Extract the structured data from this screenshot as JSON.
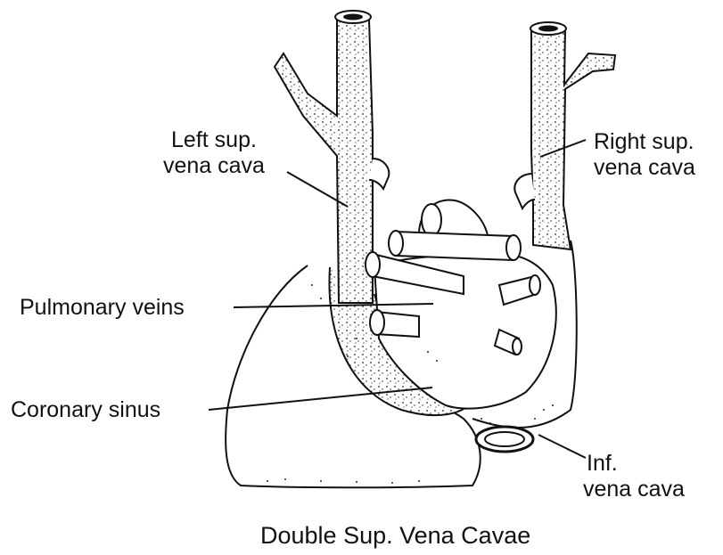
{
  "labels": {
    "left_sup_vena_cava": [
      "Left sup.",
      "vena cava"
    ],
    "right_sup_vena_cava": [
      "Right sup.",
      "vena cava"
    ],
    "pulmonary_veins": "Pulmonary veins",
    "coronary_sinus": "Coronary sinus",
    "inf_vena_cava": [
      "Inf.",
      "vena cava"
    ]
  },
  "caption": "Double Sup. Vena Cavae",
  "colors": {
    "ink": "#111111",
    "paper": "#ffffff"
  }
}
